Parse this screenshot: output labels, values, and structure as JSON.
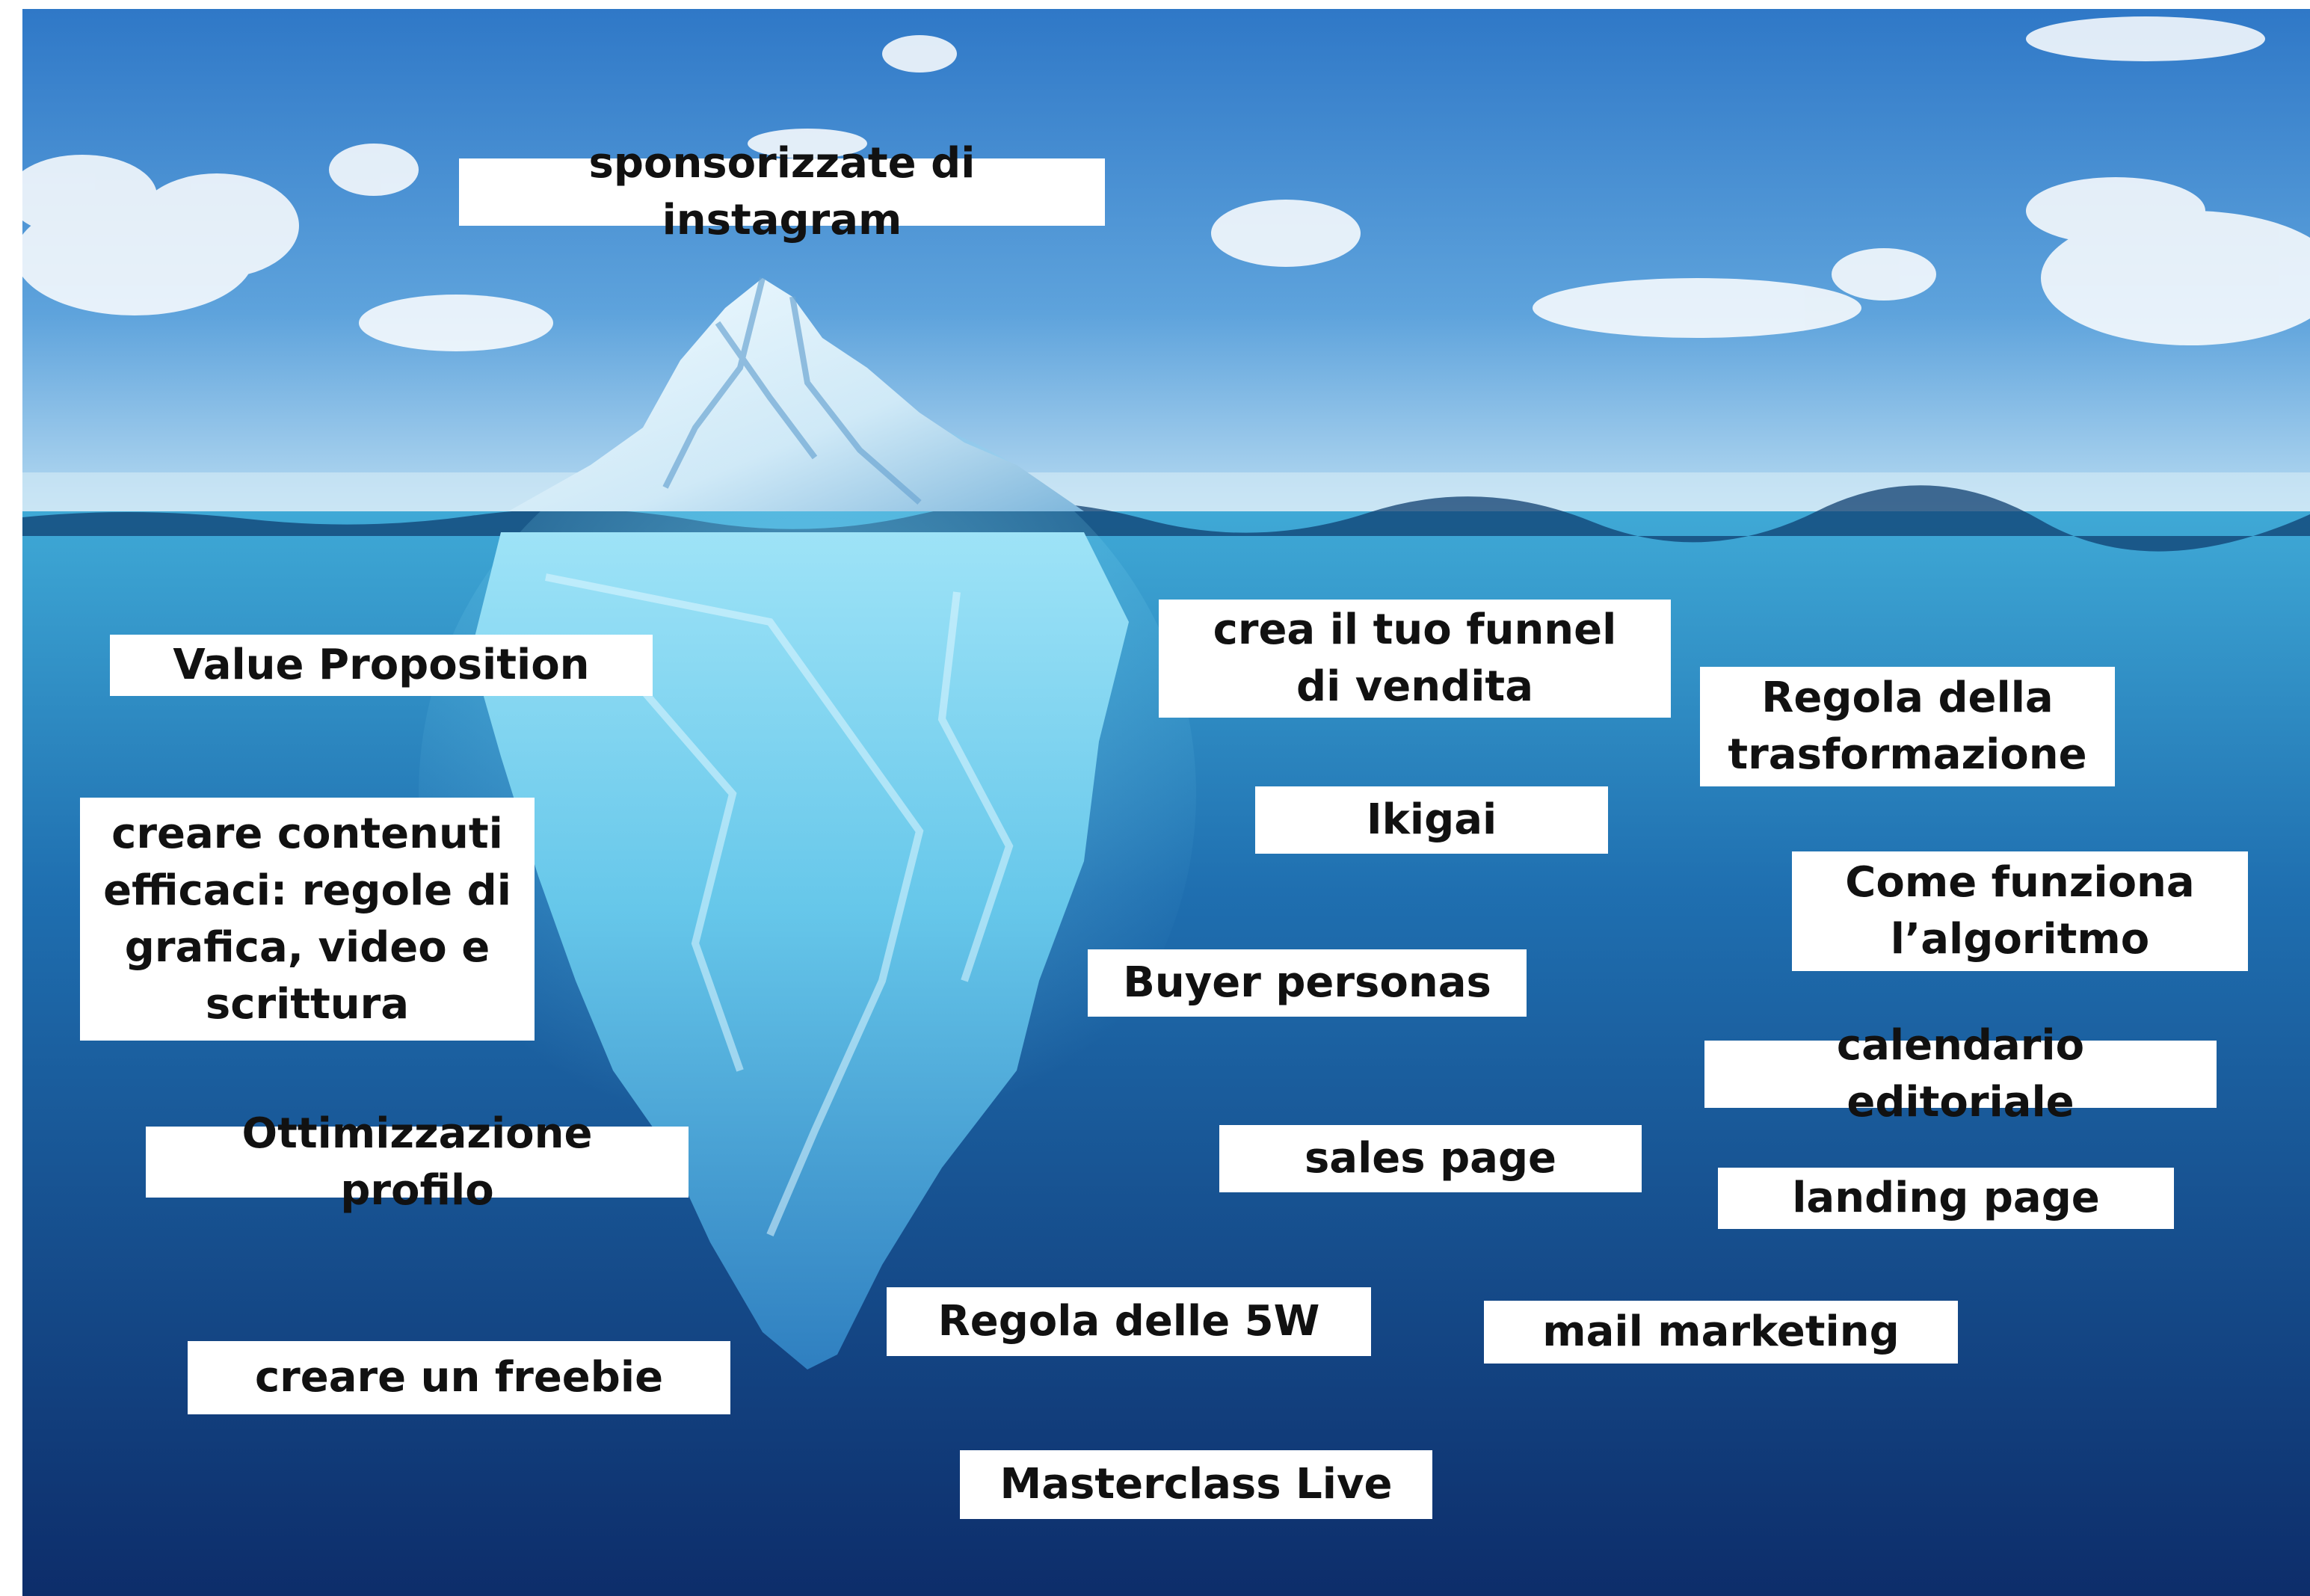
{
  "colors": {
    "sky_top": "#2f78c7",
    "sky_horizon": "#b9dcf2",
    "water_surface": "#3fa9d6",
    "water_deep": "#0d2d6a",
    "ice_light": "#f2fbff",
    "ice_shadow": "#7fb7dc",
    "ice_underwater": "#66c7ea"
  },
  "labels": {
    "instagram_ads": "sponsorizzate di instagram",
    "value_proposition": "Value Proposition",
    "content_rules": "creare contenuti\nefficaci: regole di\ngrafica, video e\nscrittura",
    "profile_optimization": "Ottimizzazione profilo",
    "freebie": "creare un freebie",
    "funnel": "crea il tuo funnel\ndi vendita",
    "transformation_rule": "Regola della\ntrasformazione",
    "ikigai": "Ikigai",
    "algorithm": "Come funziona\nl’algoritmo",
    "buyer_personas": "Buyer personas",
    "editorial_calendar": "calendario editoriale",
    "sales_page": "sales page",
    "landing_page": "landing page",
    "five_w_rule": "Regola delle 5W",
    "mail_marketing": "mail marketing",
    "masterclass": "Masterclass Live"
  }
}
